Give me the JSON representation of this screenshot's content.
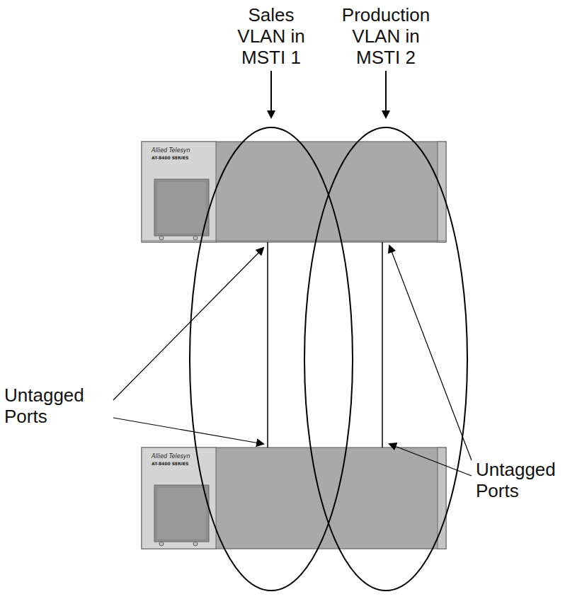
{
  "diagram": {
    "nodes": [
      {
        "text": [
          "Allied Telesyn",
          "AT-8400 SERIES"
        ]
      },
      {
        "text": [
          "Allied Telesyn",
          "AT-8400 SERIES"
        ]
      }
    ],
    "edges": [
      {
        "from": 0,
        "to": 1,
        "arrow": "none"
      },
      {
        "from": 0,
        "to": 1,
        "arrow": "none"
      }
    ],
    "labels": [
      "Sales VLAN in MSTI 1",
      "Production VLAN in MSTI 2",
      "Untagged Ports",
      "Untagged Ports"
    ]
  }
}
